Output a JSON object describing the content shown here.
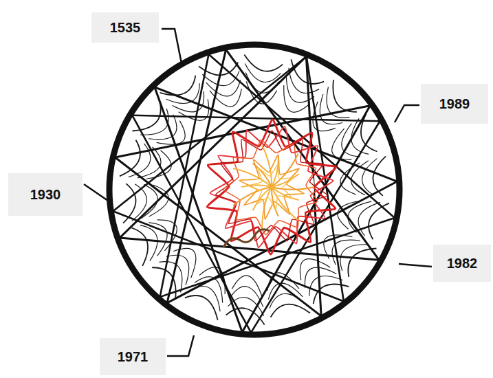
{
  "diagram": {
    "nodes": [
      {
        "text": [
          "1535"
        ]
      },
      {
        "text": [
          "1989"
        ]
      },
      {
        "text": [
          "1930"
        ]
      },
      {
        "text": [
          "1982"
        ]
      },
      {
        "text": [
          "1971"
        ]
      }
    ]
  }
}
